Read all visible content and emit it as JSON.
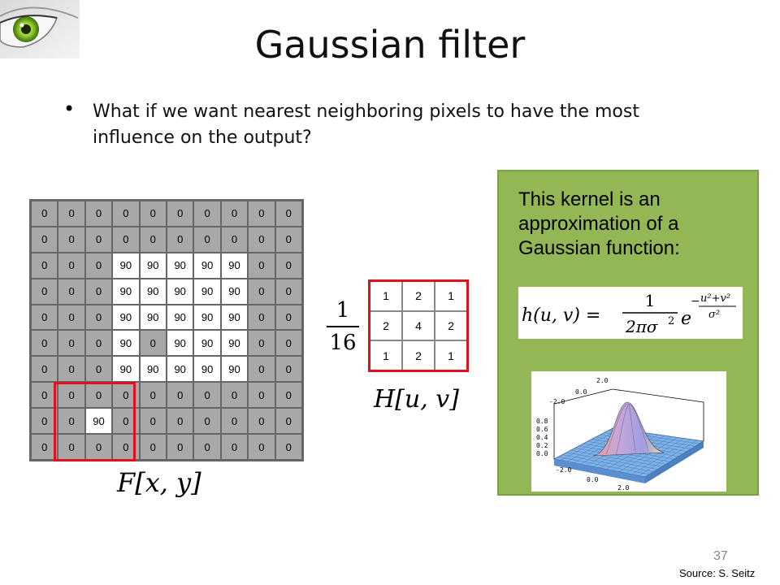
{
  "slide": {
    "title": "Gaussian filter",
    "bullet": "What if we want nearest neighboring pixels to have the most influence on the output?",
    "page_number": "37",
    "source": "Source: S. Seitz"
  },
  "f_grid": {
    "label": "F[x, y]",
    "rows": [
      [
        "0",
        "0",
        "0",
        "0",
        "0",
        "0",
        "0",
        "0",
        "0",
        "0"
      ],
      [
        "0",
        "0",
        "0",
        "0",
        "0",
        "0",
        "0",
        "0",
        "0",
        "0"
      ],
      [
        "0",
        "0",
        "0",
        "90",
        "90",
        "90",
        "90",
        "90",
        "0",
        "0"
      ],
      [
        "0",
        "0",
        "0",
        "90",
        "90",
        "90",
        "90",
        "90",
        "0",
        "0"
      ],
      [
        "0",
        "0",
        "0",
        "90",
        "90",
        "90",
        "90",
        "90",
        "0",
        "0"
      ],
      [
        "0",
        "0",
        "0",
        "90",
        "0",
        "90",
        "90",
        "90",
        "0",
        "0"
      ],
      [
        "0",
        "0",
        "0",
        "90",
        "90",
        "90",
        "90",
        "90",
        "0",
        "0"
      ],
      [
        "0",
        "0",
        "0",
        "0",
        "0",
        "0",
        "0",
        "0",
        "0",
        "0"
      ],
      [
        "0",
        "0",
        "90",
        "0",
        "0",
        "0",
        "0",
        "0",
        "0",
        "0"
      ],
      [
        "0",
        "0",
        "0",
        "0",
        "0",
        "0",
        "0",
        "0",
        "0",
        "0"
      ]
    ],
    "highlight_color": "#e0101c"
  },
  "kernel": {
    "fraction_numerator": "1",
    "fraction_denominator": "16",
    "label": "H[u, v]",
    "rows": [
      [
        "1",
        "2",
        "1"
      ],
      [
        "2",
        "4",
        "2"
      ],
      [
        "1",
        "2",
        "1"
      ]
    ]
  },
  "callout": {
    "text": "This kernel is an approximation of a Gaussian function:",
    "background": "#94b755",
    "formula": {
      "lhs": "h(u, v) =",
      "numerator": "1",
      "denominator": "2πσ",
      "denominator_sup": "2",
      "base": "e",
      "exponent_num": "u²+v²",
      "exponent_den": "σ²"
    },
    "plot": {
      "z_ticks": [
        "0.8",
        "0.6",
        "0.4",
        "0.2",
        "0.0"
      ],
      "back_ticks": [
        "2.0",
        "0.0",
        "-2.0"
      ],
      "front_ticks": [
        "-2.0",
        "0.0",
        "2.0"
      ]
    }
  },
  "icons": {
    "logo": "eye-logo"
  }
}
